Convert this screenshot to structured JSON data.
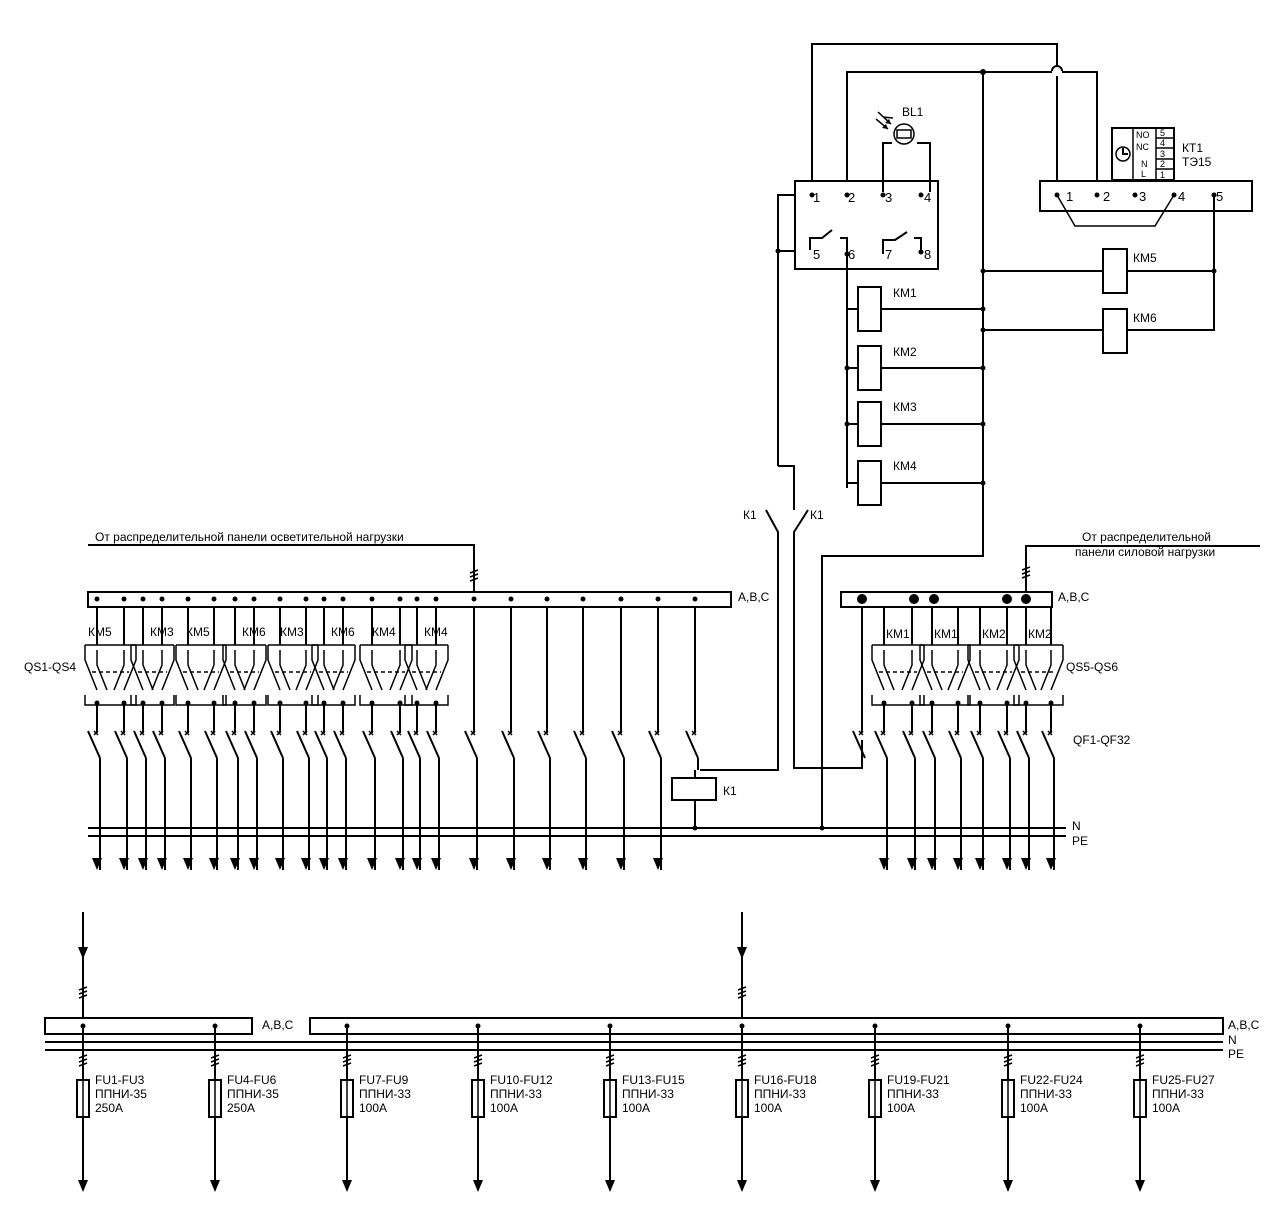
{
  "labels": {
    "bl1": "BL1",
    "kt1": "КТ1",
    "kt1_model": "ТЭ15",
    "relay_k1": "К1",
    "coil_k1": "К1",
    "from_lighting": "От распределительной панели осветительной нагрузки",
    "from_power_l1": "От распределительной",
    "from_power_l2": "панели силовой нагрузки",
    "bus_abc": "А,В,С",
    "bus_n": "N",
    "bus_pe": "PE",
    "qs1_qs4": "QS1-QS4",
    "qs5_qs6": "QS5-QS6",
    "qf1_qf32": "QF1-QF32"
  },
  "photorelay_pins": [
    "1",
    "2",
    "3",
    "4",
    "5",
    "6",
    "7",
    "8"
  ],
  "timer_pins": [
    "1",
    "2",
    "3",
    "4",
    "5"
  ],
  "timer_terminals": [
    "NO",
    "NC",
    "N",
    "L"
  ],
  "timer_terminal_nums": [
    "5",
    "4",
    "3",
    "2",
    "1"
  ],
  "control_coils": [
    "КМ1",
    "КМ2",
    "КМ3",
    "КМ4"
  ],
  "timer_coils": [
    "КМ5",
    "КМ6"
  ],
  "left_contactor_tags": [
    "КМ5",
    "КМ3",
    "КМ5",
    "КМ6",
    "КМ3",
    "КМ6",
    "КМ4",
    "КМ4"
  ],
  "right_contactor_tags": [
    "КМ1",
    "КМ1",
    "КМ2",
    "КМ2"
  ],
  "fuses": [
    {
      "range": "FU1-FU3",
      "type": "ППНИ-35",
      "rating": "250А"
    },
    {
      "range": "FU4-FU6",
      "type": "ППНИ-35",
      "rating": "250А"
    },
    {
      "range": "FU7-FU9",
      "type": "ППНИ-33",
      "rating": "100А"
    },
    {
      "range": "FU10-FU12",
      "type": "ППНИ-33",
      "rating": "100А"
    },
    {
      "range": "FU13-FU15",
      "type": "ППНИ-33",
      "rating": "100А"
    },
    {
      "range": "FU16-FU18",
      "type": "ППНИ-33",
      "rating": "100А"
    },
    {
      "range": "FU19-FU21",
      "type": "ППНИ-33",
      "rating": "100А"
    },
    {
      "range": "FU22-FU24",
      "type": "ППНИ-33",
      "rating": "100А"
    },
    {
      "range": "FU25-FU27",
      "type": "ППНИ-33",
      "rating": "100А"
    }
  ]
}
